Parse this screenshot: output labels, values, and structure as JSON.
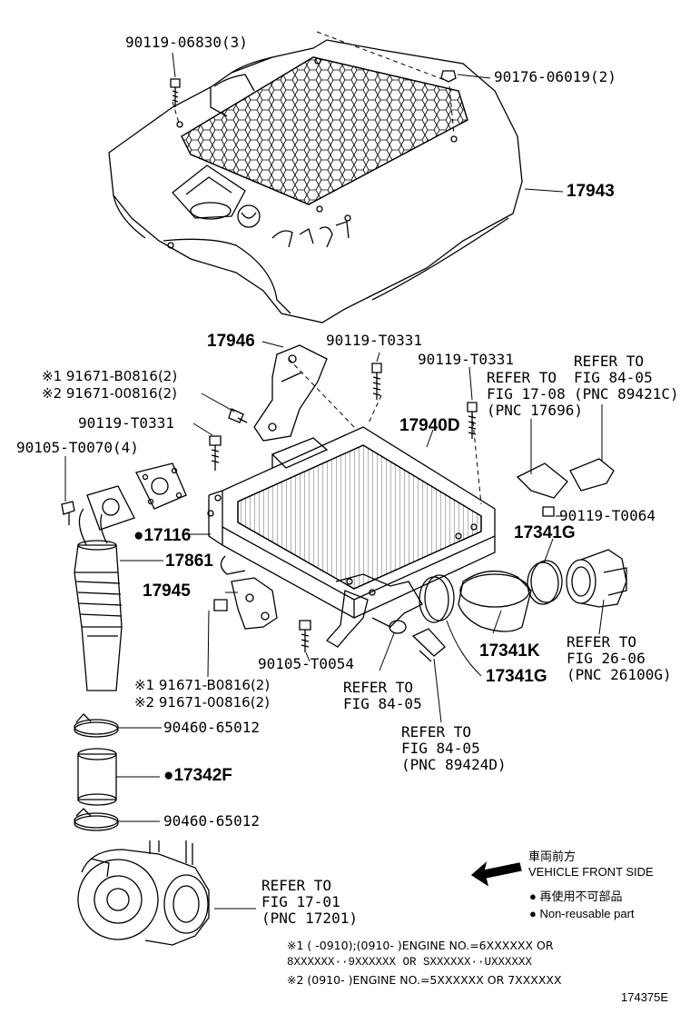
{
  "labels": {
    "p_90119_06830": "90119-06830(3)",
    "p_90176_06019": "90176-06019(2)",
    "p_17943": "17943",
    "p_17946": "17946",
    "p_90119_t0331_a": "90119-T0331",
    "p_90119_t0331_b": "90119-T0331",
    "p_90119_t0331_c": "90119-T0331",
    "p_91671_b0816_a": "※1 91671-B0816(2)",
    "p_91671_00816_a": "※2 91671-00816(2)",
    "p_90105_t0070": "90105-T0070(4)",
    "p_17940d": "17940D",
    "p_17116": "●17116",
    "p_17861": "17861",
    "p_17945": "17945",
    "p_90105_t0054": "90105-T0054",
    "p_91671_b0816_b": "※1 91671-B0816(2)",
    "p_91671_00816_b": "※2 91671-00816(2)",
    "p_90460_65012_a": "90460-65012",
    "p_17342f": "●17342F",
    "p_90460_65012_b": "90460-65012",
    "p_90119_t0064": "90119-T0064",
    "p_17341g_a": "17341G",
    "p_17341k": "17341K",
    "p_17341g_b": "17341G"
  },
  "refers": {
    "fig17_08": [
      "REFER TO",
      "FIG 17-08",
      "(PNC 17696)"
    ],
    "fig84_05_a": [
      "REFER TO",
      "FIG 84-05",
      "(PNC 89421C)"
    ],
    "fig26_06": [
      "REFER TO",
      "FIG 26-06",
      "(PNC 26100G)"
    ],
    "fig84_05_b": [
      "REFER TO",
      "FIG 84-05"
    ],
    "fig84_05_c": [
      "REFER TO",
      "FIG 84-05",
      "(PNC 89424D)"
    ],
    "fig17_01": [
      "REFER TO",
      "FIG 17-01",
      "(PNC 17201)"
    ]
  },
  "legend": {
    "front_jp": "車両前方",
    "front_en": "VEHICLE FRONT SIDE",
    "nonreuse_jp": "● 再使用不可部品",
    "nonreuse_en": "● Non-reusable part"
  },
  "notes": {
    "n1a": "※1 (      -0910);(0910-      )ENGINE NO.=6XXXXXX OR",
    "n1b": "8XXXXXX··9XXXXXX OR SXXXXXX··UXXXXXX",
    "n2": "※2 (0910-      )ENGINE NO.=5XXXXXX OR 7XXXXXX"
  },
  "figure_id": "174375E"
}
